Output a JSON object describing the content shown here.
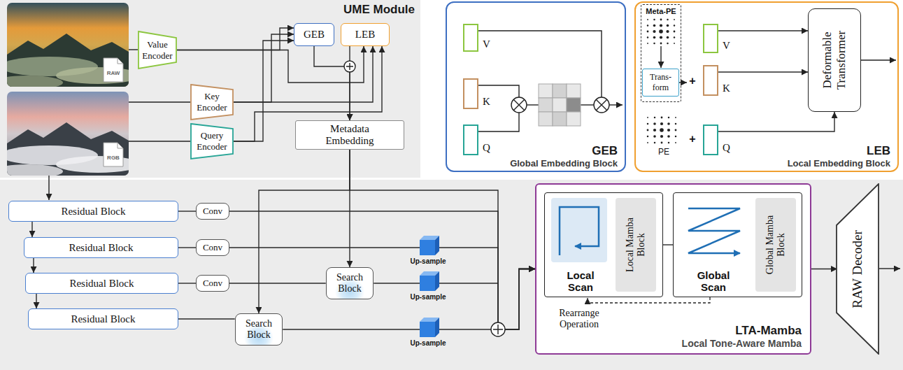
{
  "diagram": {
    "nodes": [
      {
        "text": [
          "UME Module"
        ]
      },
      {
        "text": [
          "Value Encoder"
        ],
        "in": 0
      },
      {
        "text": [
          "Key Encoder"
        ],
        "in": 0
      },
      {
        "text": [
          "Query Encoder"
        ],
        "in": 0
      },
      {
        "text": [
          "GEB"
        ],
        "in": 0
      },
      {
        "text": [
          "LEB"
        ],
        "in": 0
      },
      {
        "text": [
          "Metadata Embedding"
        ],
        "in": 0
      },
      {
        "text": [
          "GEB",
          "Global Embedding Block"
        ]
      },
      {
        "text": [
          "V"
        ],
        "in": 7
      },
      {
        "text": [
          "K"
        ],
        "in": 7
      },
      {
        "text": [
          "Q"
        ],
        "in": 7
      },
      {
        "text": [
          "LEB",
          "Local Embedding Block"
        ]
      },
      {
        "text": [
          "Meta-PE"
        ],
        "in": 11
      },
      {
        "text": [
          "Trans- form"
        ],
        "in": 12
      },
      {
        "text": [
          "V"
        ],
        "in": 11
      },
      {
        "text": [
          "K"
        ],
        "in": 11
      },
      {
        "text": [
          "Q"
        ],
        "in": 11
      },
      {
        "text": [
          "Deformable Transformer"
        ],
        "in": 11
      },
      {
        "text": [
          "Residual Block"
        ]
      },
      {
        "text": [
          "Residual Block"
        ]
      },
      {
        "text": [
          "Residual Block"
        ]
      },
      {
        "text": [
          "Residual Block"
        ]
      },
      {
        "text": [
          "Conv"
        ]
      },
      {
        "text": [
          "Conv"
        ]
      },
      {
        "text": [
          "Conv"
        ]
      },
      {
        "text": [
          "Search Block"
        ]
      },
      {
        "text": [
          "Search Block"
        ]
      },
      {
        "text": [
          "LTA-Mamba",
          "Local Tone-Aware Mamba"
        ]
      },
      {
        "text": [
          "Local Scan"
        ],
        "in": 27
      },
      {
        "text": [
          "Local Mamba Block"
        ],
        "in": 28
      },
      {
        "text": [
          "Global Scan"
        ],
        "in": 27
      },
      {
        "text": [
          "Global Mamba Block"
        ],
        "in": 30
      },
      {
        "text": [
          "RAW Decoder"
        ]
      }
    ],
    "edges": [
      {
        "from": 1,
        "to": 4,
        "arrow": "to"
      },
      {
        "from": 1,
        "to": 5,
        "arrow": "to"
      },
      {
        "from": 2,
        "to": 4,
        "arrow": "to"
      },
      {
        "from": 2,
        "to": 5,
        "arrow": "to"
      },
      {
        "from": 3,
        "to": 4,
        "arrow": "to"
      },
      {
        "from": 3,
        "to": 5,
        "arrow": "to"
      },
      {
        "from": 4,
        "to": 6,
        "arrow": "to"
      },
      {
        "from": 5,
        "to": 6,
        "arrow": "to"
      },
      {
        "from": 14,
        "to": 17,
        "arrow": "to"
      },
      {
        "from": 15,
        "to": 17,
        "arrow": "to"
      },
      {
        "from": 16,
        "to": 17,
        "arrow": "to"
      },
      {
        "from": 18,
        "to": 19,
        "arrow": "to"
      },
      {
        "from": 19,
        "to": 20,
        "arrow": "to"
      },
      {
        "from": 20,
        "to": 21,
        "arrow": "to"
      },
      {
        "from": 18,
        "to": 22,
        "arrow": "none"
      },
      {
        "from": 19,
        "to": 23,
        "arrow": "none"
      },
      {
        "from": 20,
        "to": 24,
        "arrow": "none"
      },
      {
        "from": 24,
        "to": 25,
        "arrow": "none"
      },
      {
        "from": 21,
        "to": 26,
        "arrow": "none"
      },
      {
        "from": 6,
        "to": 25,
        "arrow": "to"
      },
      {
        "from": 6,
        "to": 26,
        "arrow": "to"
      },
      {
        "from": 22,
        "to": 27,
        "arrow": "to"
      },
      {
        "from": 23,
        "to": 27,
        "arrow": "to"
      },
      {
        "from": 25,
        "to": 27,
        "arrow": "to"
      },
      {
        "from": 26,
        "to": 27,
        "arrow": "to"
      },
      {
        "from": 6,
        "to": 27,
        "arrow": "to"
      },
      {
        "from": 28,
        "to": 30,
        "arrow": "none"
      },
      {
        "from": 27,
        "to": 32,
        "arrow": "to"
      }
    ],
    "labels": [
      "RAW",
      "RGB",
      "+",
      "+",
      "PE",
      "Up-sample",
      "Up-sample",
      "Up-sample",
      "Rearrange Operation"
    ]
  }
}
